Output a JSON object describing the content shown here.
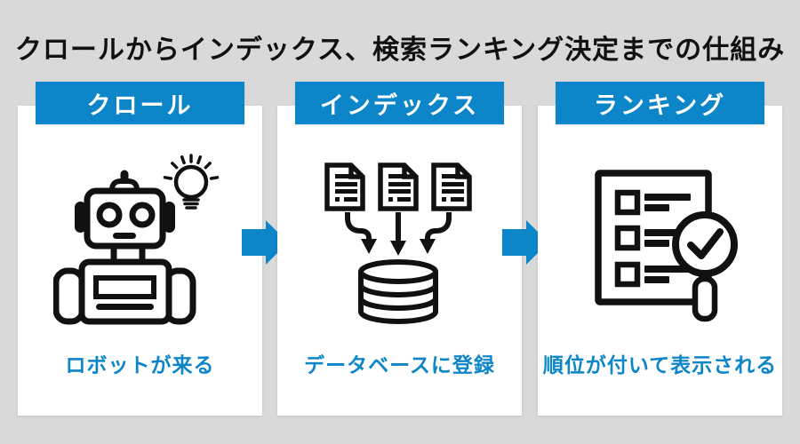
{
  "title": "クロールからインデックス、検索ランキング決定までの仕組み",
  "steps": [
    {
      "label": "クロール",
      "caption": "ロボットが来る",
      "icon": "robot-with-lightbulb-icon"
    },
    {
      "label": "インデックス",
      "caption": "データベースに登録",
      "icon": "documents-to-database-icon"
    },
    {
      "label": "ランキング",
      "caption": "順位が付いて表示される",
      "icon": "checklist-magnifier-icon"
    }
  ],
  "colors": {
    "background": "#d9d9d9",
    "card": "#ffffff",
    "accent_blue": "#0d86c9",
    "header_text": "#ffffff",
    "title_text": "#111111",
    "icon_stroke": "#111111"
  }
}
